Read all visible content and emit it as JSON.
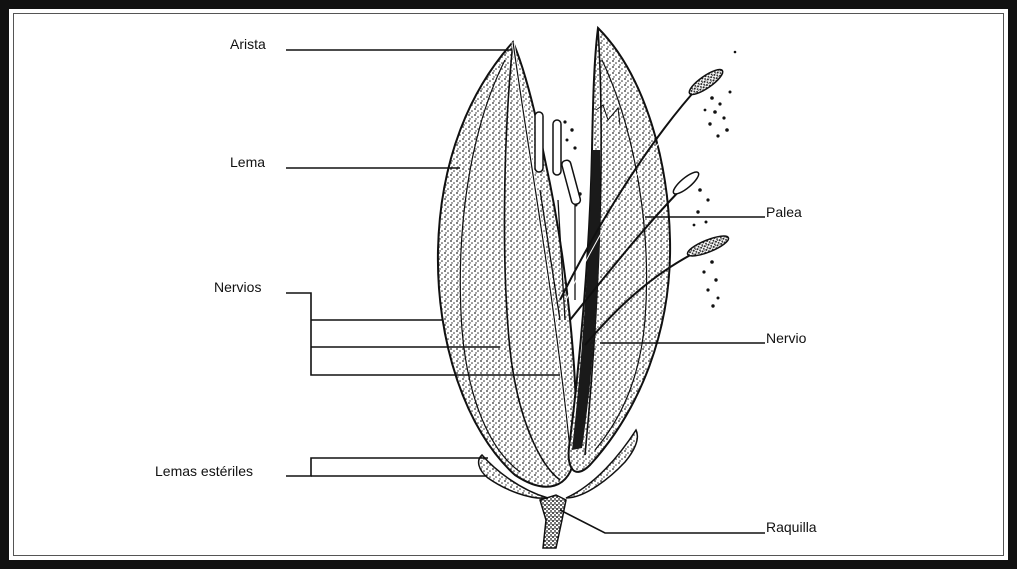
{
  "labels": {
    "arista": "Arista",
    "lema": "Lema",
    "nervios": "Nervios",
    "lemas_esteriles": "Lemas estériles",
    "palea": "Palea",
    "nervio": "Nervio",
    "raquilla": "Raquilla"
  },
  "colors": {
    "ink": "#111111",
    "paper": "#ffffff",
    "stipple": "#2a2a2a"
  }
}
